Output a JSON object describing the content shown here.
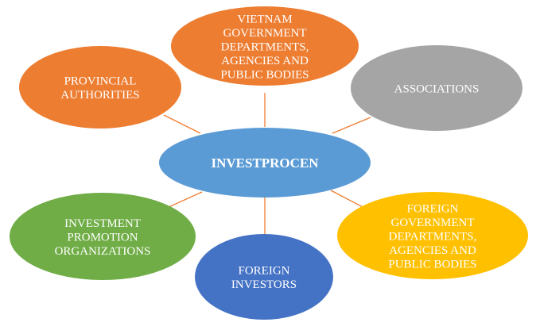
{
  "diagram": {
    "center": {
      "id": "investprocen",
      "lines": [
        "INVESTPROCEN"
      ],
      "fill": "#5b9bd5"
    },
    "nodes": [
      {
        "id": "vietnam-government",
        "lines": [
          "VIETNAM",
          "GOVERNMENT",
          "DEPARTMENTS,",
          "AGENCIES AND",
          "PUBLIC BODIES"
        ],
        "fill": "#ed7d31"
      },
      {
        "id": "associations",
        "lines": [
          "ASSOCIATIONS"
        ],
        "fill": "#a5a5a5"
      },
      {
        "id": "foreign-government",
        "lines": [
          "FOREIGN",
          "GOVERNMENT",
          "DEPARTMENTS,",
          "AGENCIES AND",
          "PUBLIC BODIES"
        ],
        "fill": "#ffc000"
      },
      {
        "id": "foreign-investors",
        "lines": [
          "FOREIGN",
          "INVESTORS"
        ],
        "fill": "#4472c4"
      },
      {
        "id": "investment-promotion",
        "lines": [
          "INVESTMENT",
          "PROMOTION",
          "ORGANIZATIONS"
        ],
        "fill": "#70ad47"
      },
      {
        "id": "provincial-authorities",
        "lines": [
          "PROVINCIAL",
          "AUTHORITIES"
        ],
        "fill": "#ed7d31"
      }
    ],
    "connector_color": "#ed7d31"
  }
}
